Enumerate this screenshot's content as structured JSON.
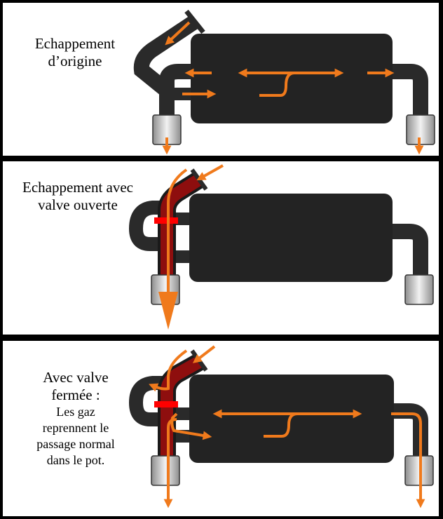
{
  "panels": [
    {
      "caption_lines": [
        "Echappement",
        "d’origine"
      ]
    },
    {
      "caption_lines": [
        "Echappement avec",
        "valve ouverte"
      ]
    },
    {
      "caption_lines": [
        "Avec valve",
        "fermée :"
      ],
      "caption_detail": [
        "Les gaz",
        "reprennent le",
        "passage normal",
        "dans le pot."
      ]
    }
  ],
  "colors": {
    "pipe": "#2a2a2a",
    "muffler": "#232323",
    "flow_arrow": "#f07a1c",
    "valve_pipe": "#8e0e0e",
    "valve": "#ff0000",
    "tip": "#c8c8c8"
  }
}
